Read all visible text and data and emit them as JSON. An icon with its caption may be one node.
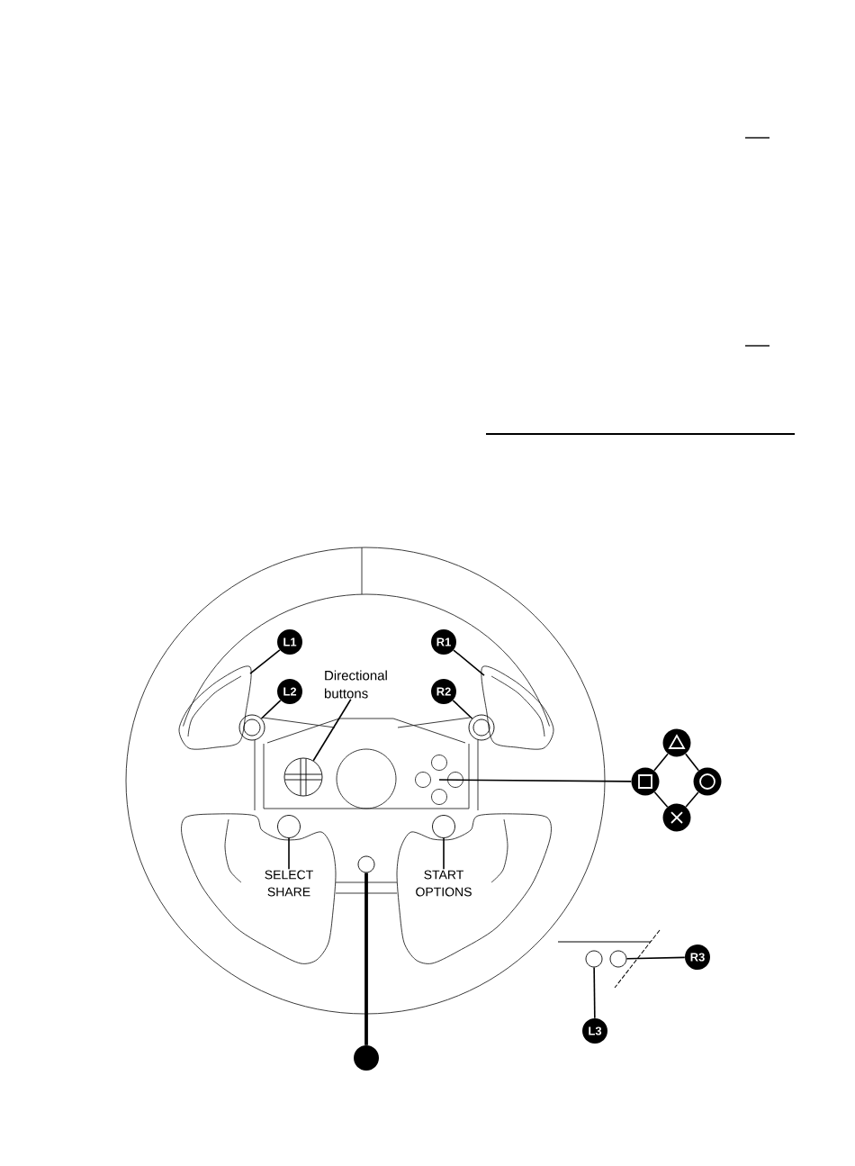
{
  "diagram": {
    "nodes": [
      {
        "text": [
          "L1"
        ]
      },
      {
        "text": [
          "R1"
        ]
      },
      {
        "text": [
          "Directional buttons"
        ]
      },
      {
        "text": [
          "L2"
        ]
      },
      {
        "text": [
          "R2"
        ]
      },
      {
        "text": [],
        "shape": "circle"
      },
      {
        "text": [],
        "shape": "circle"
      },
      {
        "text": [],
        "shape": "circle"
      },
      {
        "text": [],
        "shape": "circle"
      },
      {
        "text": [],
        "shape": "circle"
      },
      {
        "text": [],
        "shape": "circle"
      },
      {
        "text": [],
        "shape": "circle"
      },
      {
        "text": [],
        "shape": "circle"
      },
      {
        "text": [],
        "shape": "circle"
      },
      {
        "text": [],
        "shape": "circle"
      },
      {
        "text": [
          "SELECT",
          "SHARE"
        ]
      },
      {
        "text": [
          "START",
          "OPTIONS"
        ]
      },
      {
        "text": [],
        "shape": "circle"
      },
      {
        "text": [],
        "shape": "circle"
      },
      {
        "text": [
          "R3"
        ]
      },
      {
        "text": [
          "L3"
        ]
      },
      {
        "text": [],
        "shape": "circle"
      }
    ],
    "edges": [
      {
        "from": 0,
        "to": null,
        "arrow": "none"
      },
      {
        "from": 1,
        "to": null,
        "arrow": "none"
      },
      {
        "from": 2,
        "to": 8,
        "arrow": "none"
      },
      {
        "from": 3,
        "to": 5,
        "arrow": "none"
      },
      {
        "from": 4,
        "to": 6,
        "arrow": "none"
      },
      {
        "from": 9,
        "to": null,
        "arrow": "none"
      },
      {
        "from": 7,
        "to": 9,
        "arrow": "none"
      },
      {
        "from": 9,
        "to": 11,
        "arrow": "none"
      },
      {
        "from": 11,
        "to": 10,
        "arrow": "none"
      },
      {
        "from": 10,
        "to": 7,
        "arrow": "none"
      },
      {
        "from": 15,
        "to": 12,
        "arrow": "none"
      },
      {
        "from": 16,
        "to": 13,
        "arrow": "none"
      },
      {
        "from": 21,
        "to": 14,
        "arrow": "none",
        "style": "thick"
      },
      {
        "from": 19,
        "to": 18,
        "arrow": "none"
      },
      {
        "from": 20,
        "to": 17,
        "arrow": "none"
      }
    ]
  }
}
